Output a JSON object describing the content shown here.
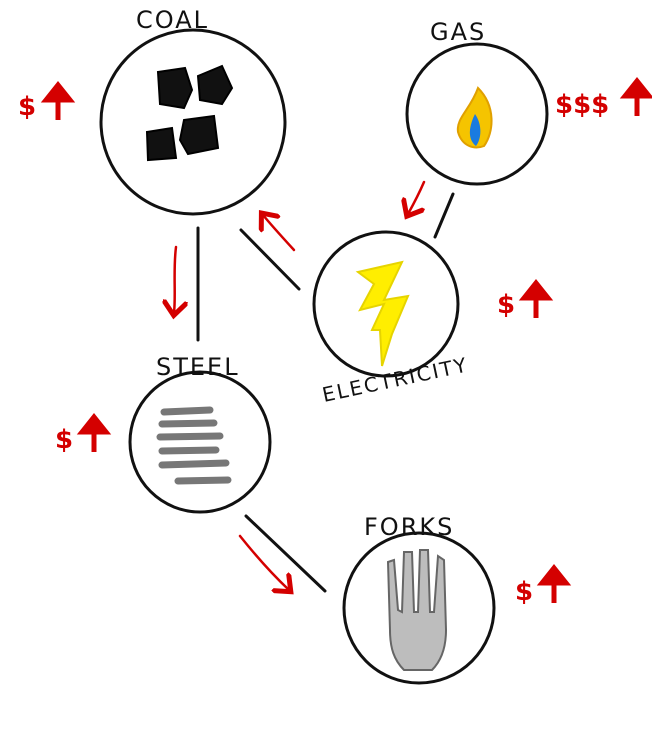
{
  "nodes": {
    "coal": {
      "label": "COAL",
      "price": "$"
    },
    "gas": {
      "label": "GAS",
      "price": "$$$"
    },
    "electricity": {
      "label": "ELECTRICITY",
      "price": "$"
    },
    "steel": {
      "label": "STEEL",
      "price": "$"
    },
    "forks": {
      "label": "FORKS",
      "price": "$"
    }
  },
  "colors": {
    "arrow": "#d40000",
    "line": "#111111",
    "bolt": "#ffee00",
    "flame": "#f5c400",
    "flame_inner": "#1a7be0",
    "metal": "#888888"
  }
}
